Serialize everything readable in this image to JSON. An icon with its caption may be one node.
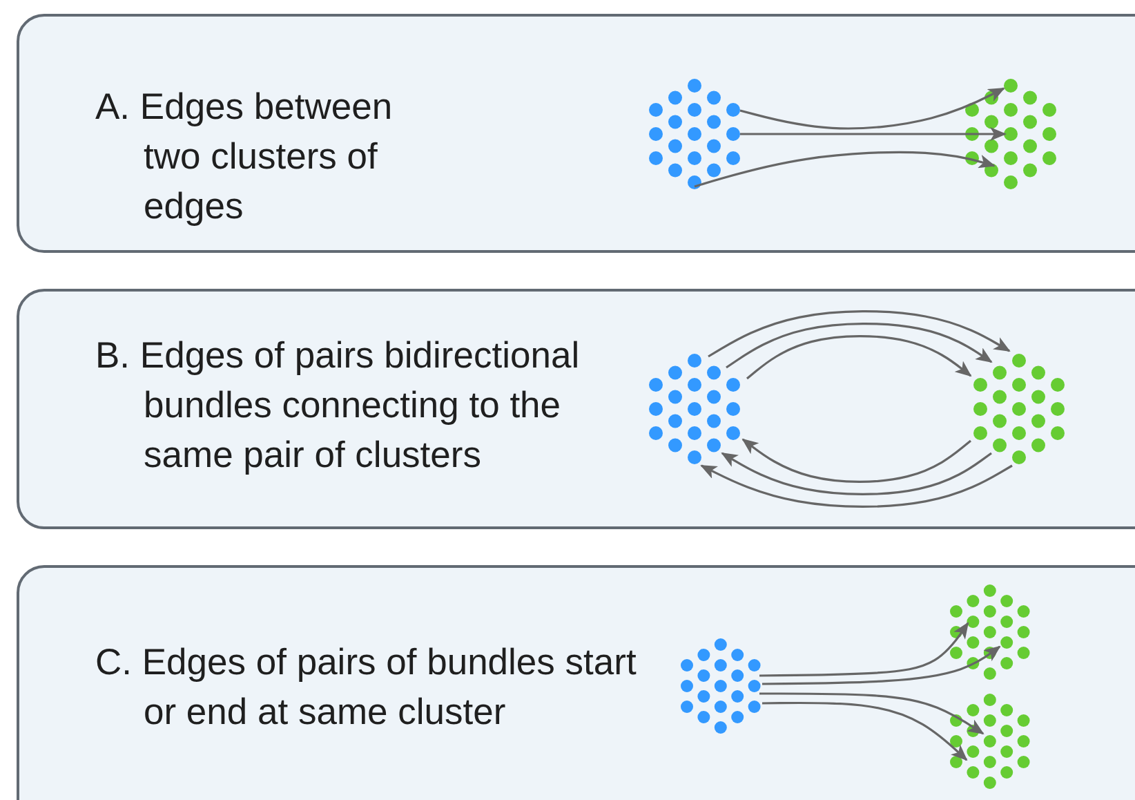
{
  "diagram": {
    "nodes": [
      {
        "text": [
          "A. Edges between two clusters of edges"
        ]
      },
      {
        "text": [],
        "shape": "cluster",
        "in": 0
      },
      {
        "text": [],
        "shape": "cluster",
        "in": 0
      },
      {
        "text": [
          "B. Edges of pairs bidirectional bundles connecting to the same pair of clusters"
        ]
      },
      {
        "text": [],
        "shape": "cluster",
        "in": 3
      },
      {
        "text": [],
        "shape": "cluster",
        "in": 3
      },
      {
        "text": [
          "C. Edges of pairs of bundles start or end at same cluster"
        ]
      },
      {
        "text": [],
        "shape": "cluster",
        "in": 6
      },
      {
        "text": [],
        "shape": "cluster",
        "in": 6
      },
      {
        "text": [],
        "shape": "cluster",
        "in": 6
      }
    ],
    "edges": [
      {
        "from": 1,
        "to": 2,
        "arrow": "to"
      },
      {
        "from": 1,
        "to": 2,
        "arrow": "to"
      },
      {
        "from": 1,
        "to": 2,
        "arrow": "to"
      },
      {
        "from": 4,
        "to": 5,
        "arrow": "to"
      },
      {
        "from": 4,
        "to": 5,
        "arrow": "to"
      },
      {
        "from": 4,
        "to": 5,
        "arrow": "to"
      },
      {
        "from": 5,
        "to": 4,
        "arrow": "to"
      },
      {
        "from": 5,
        "to": 4,
        "arrow": "to"
      },
      {
        "from": 5,
        "to": 4,
        "arrow": "to"
      },
      {
        "from": 7,
        "to": 8,
        "arrow": "to"
      },
      {
        "from": 7,
        "to": 8,
        "arrow": "to"
      },
      {
        "from": 7,
        "to": 9,
        "arrow": "to"
      },
      {
        "from": 7,
        "to": 9,
        "arrow": "to"
      }
    ]
  }
}
